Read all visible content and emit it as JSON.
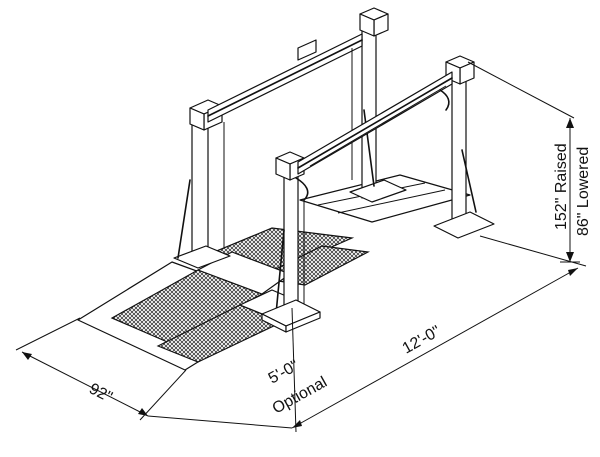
{
  "dimensions": {
    "width_label": "92\"",
    "length_label": "12'-0\"",
    "extension_label": "5'-0\"",
    "extension_note": "Optional",
    "height_raised": "152\" Raised",
    "height_lowered": "86\" Lowered"
  }
}
